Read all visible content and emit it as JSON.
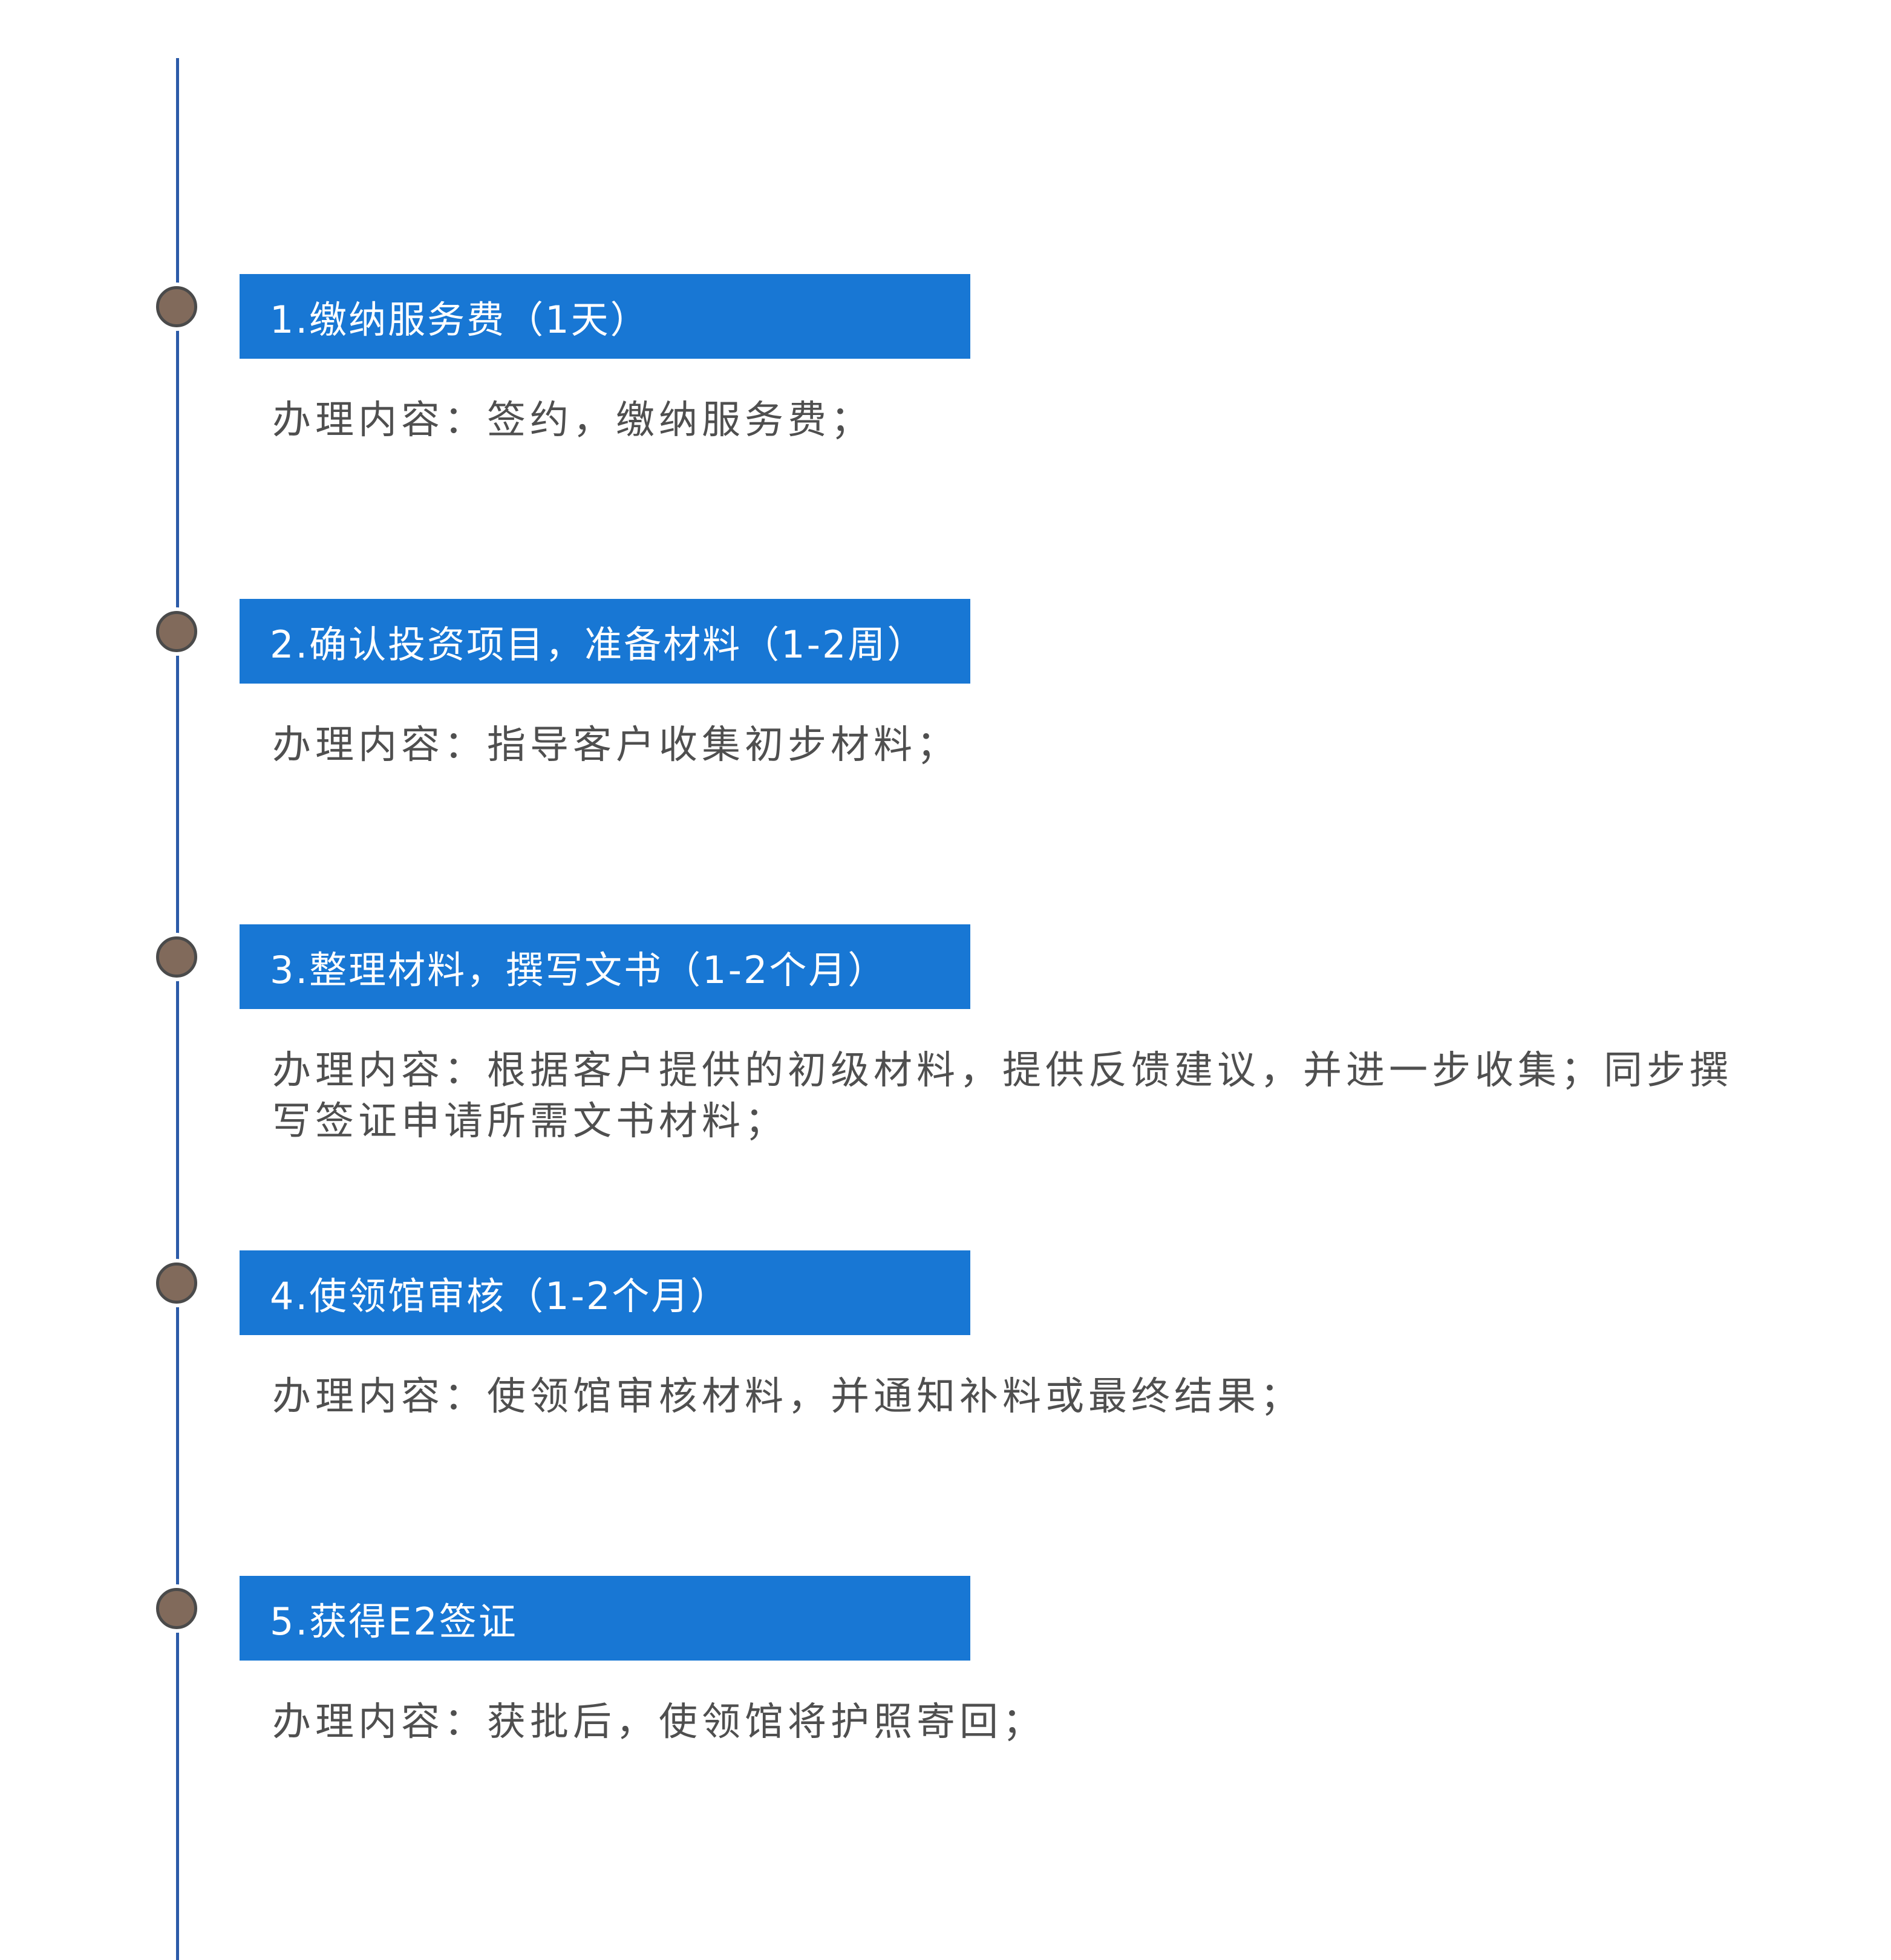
{
  "accent_color": "#1877d4",
  "line_color": "#2c5ba8",
  "dot_color": "#816a5b",
  "steps": [
    {
      "title": "1.缴纳服务费（1天）",
      "content": "办理内容：签约，缴纳服务费；"
    },
    {
      "title": "2.确认投资项目，准备材料（1-2周）",
      "content": "办理内容：指导客户收集初步材料；"
    },
    {
      "title": "3.整理材料，撰写文书（1-2个月）",
      "content": "办理内容：根据客户提供的初级材料，提供反馈建议，并进一步收集；同步撰写签证申请所需文书材料；"
    },
    {
      "title": "4.使领馆审核（1-2个月）",
      "content": "办理内容：使领馆审核材料，并通知补料或最终结果；"
    },
    {
      "title": "5.获得E2签证",
      "content": "办理内容：获批后，使领馆将护照寄回；"
    }
  ]
}
